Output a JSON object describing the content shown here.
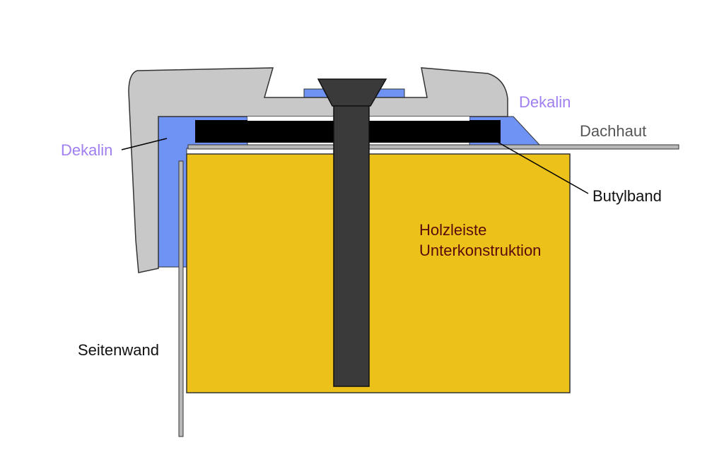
{
  "labels": {
    "dekalin_left": "Dekalin",
    "dekalin_right": "Dekalin",
    "dachhaut": "Dachhaut",
    "butylband": "Butylband",
    "holzleiste_line1": "Holzleiste",
    "holzleiste_line2": "Unterkonstruktion",
    "seitenwand": "Seitenwand"
  },
  "colors": {
    "profile_fill": "#c8c8c8",
    "dekalin_fill": "#6f93f5",
    "butyl_fill": "#000000",
    "wood_fill": "#ecc21a",
    "screw_fill": "#3a3a3a",
    "sheet_fill": "#b8b8b8",
    "dekalin_text": "#a07ff0",
    "wood_text": "#5a0a0a"
  }
}
